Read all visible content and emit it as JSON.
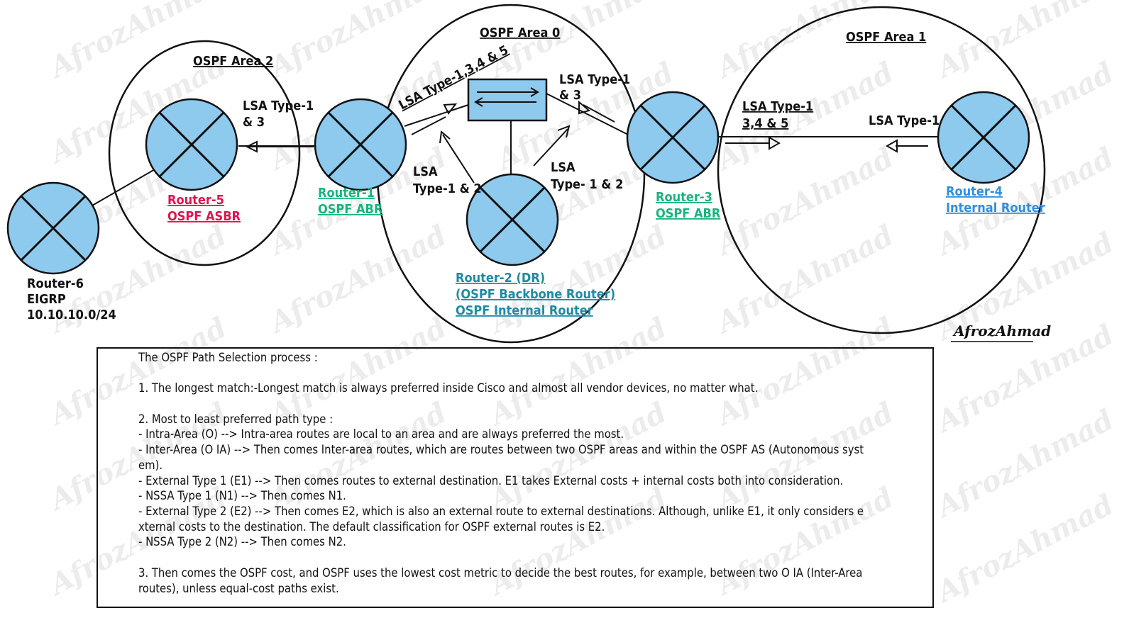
{
  "areas": {
    "area2": "OSPF Area 2",
    "area0": "OSPF Area 0",
    "area1": "OSPF Area 1"
  },
  "routers": {
    "router6": {
      "name": "Router-6",
      "proto": "EIGRP",
      "network": "10.10.10.0/24"
    },
    "router5": {
      "name": "Router-5",
      "role": "OSPF ASBR"
    },
    "router1": {
      "name": "Router-1",
      "role": "OSPF ABR"
    },
    "router2": {
      "name": "Router-2 (DR)",
      "role": "(OSPF Backbone Router)",
      "role2": "OSPF Internal Router"
    },
    "router3": {
      "name": "Router-3",
      "role": "OSPF ABR"
    },
    "router4": {
      "name": "Router-4",
      "role": "Internal Router"
    }
  },
  "lsa": {
    "r5_line1": "LSA Type-1",
    "r5_line2": "& 3",
    "r1_diag": "LSA Type-1,3,4 & 5",
    "r2_left_line1": "LSA",
    "r2_left_line2": "Type-1 & 2",
    "r2_right_line1": "LSA",
    "r2_right_line2": "Type- 1 & 2",
    "r3_line1": "LSA Type-1",
    "r3_line2": "& 3",
    "a1_left_line1": "LSA Type-1",
    "a1_left_line2": "3,4 & 5",
    "a1_right": "LSA Type-1"
  },
  "signature": "AfrozAhmad",
  "watermark": "AfrozAhmad",
  "text": {
    "title": "The OSPF Path Selection process :",
    "p1": "1.  The longest match:-Longest match is always preferred inside Cisco and almost all vendor devices, no matter what.",
    "p2_head": "2.  Most to least preferred path type :",
    "l1": "- Intra-Area (O) --> Intra-area routes are local to an area and are always preferred the most.",
    "l2a": "- Inter-Area (O IA) --> Then comes Inter-area routes, which are routes between two OSPF areas and within the OSPF AS (Autonomous syst",
    "l2b": "em).",
    "l3": "- External Type 1 (E1) --> Then comes routes to external destination. E1 takes External costs + internal costs both into consideration.",
    "l4": "- NSSA Type 1 (N1) --> Then comes N1.",
    "l5a": "- External Type 2 (E2) --> Then comes E2, which is also an external route to external destinations. Although, unlike E1, it only considers e",
    "l5b": "xternal costs to the destination. The default classification for OSPF external routes is E2.",
    "l6": "- NSSA Type 2 (N2) --> Then comes N2.",
    "p3a": "3. Then comes the OSPF cost, and OSPF uses the lowest cost metric to decide the best routes, for example, between two O IA (Inter-Area",
    "p3b": "routes), unless equal-cost paths exist."
  },
  "colors": {
    "router_fill": "#8ec9ee",
    "asbr": "#e0144c",
    "abr": "#16b57d",
    "backbone": "#1e8aa6",
    "internal": "#2d8fe0"
  }
}
